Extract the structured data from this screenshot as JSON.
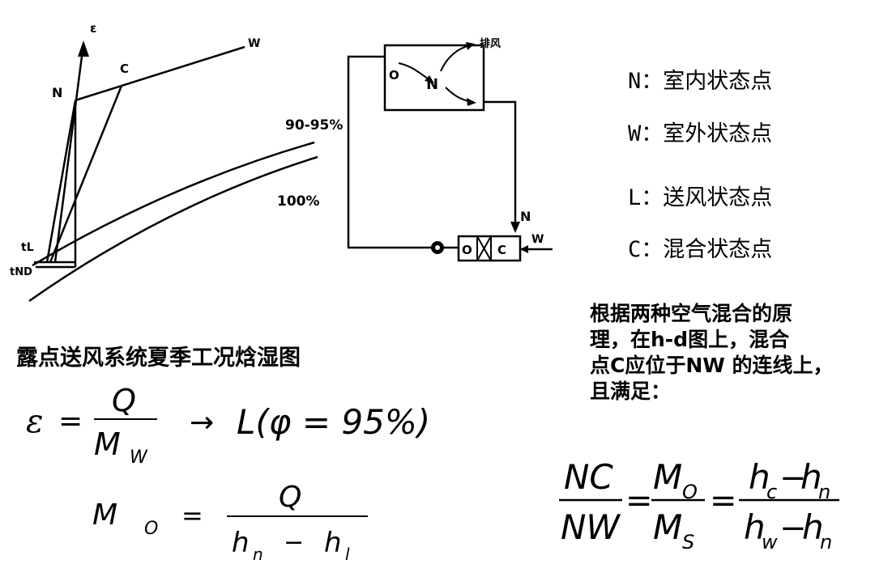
{
  "chart_labels": {
    "epsilon": "ε",
    "point_w": "W",
    "point_c": "C",
    "point_n": "N",
    "pct_90_95": "90-95%",
    "pct_100": "100%",
    "t_l": "tL",
    "t_nd": "tND"
  },
  "schematic": {
    "box_o": "O",
    "box_n": "N",
    "exhaust": "排风",
    "return_n": "N",
    "outdoor_w": "W",
    "unit_o": "O",
    "unit_c": "C"
  },
  "legend": [
    {
      "key": "N：",
      "value": "室内状态点"
    },
    {
      "key": "W：",
      "value": "室外状态点"
    },
    {
      "key": "L：",
      "value": "送风状态点"
    },
    {
      "key": "C：",
      "value": "混合状态点"
    }
  ],
  "note": {
    "lines": [
      "根据两种空气混合的原",
      "理，在h-d图上，混合",
      "点C应位于NW 的连线上，",
      "且满足："
    ]
  },
  "caption": "露点送风系统夏季工况焓湿图",
  "formula1": {
    "lhs": "ε",
    "eq": "=",
    "num": "Q",
    "den_main": "M",
    "den_sub": "W",
    "arrow": "→",
    "result": "L(φ = 95%)"
  },
  "formula2": {
    "lhs_main": "M",
    "lhs_sub": "O",
    "eq": "=",
    "num": "Q",
    "den_a": "h",
    "den_a_sub": "n",
    "minus": "−",
    "den_b": "h",
    "den_b_sub": "l"
  },
  "formula3": {
    "f1_num": "NC",
    "f1_den": "NW",
    "f2_num_main": "M",
    "f2_num_sub": "O",
    "f2_den_main": "M",
    "f2_den_sub": "S",
    "f3_num_a": "h",
    "f3_num_a_sub": "c",
    "f3_num_b": "h",
    "f3_num_b_sub": "n",
    "f3_den_a": "h",
    "f3_den_a_sub": "w",
    "f3_den_b": "h",
    "f3_den_b_sub": "n",
    "eq": "=",
    "minus": "−"
  }
}
